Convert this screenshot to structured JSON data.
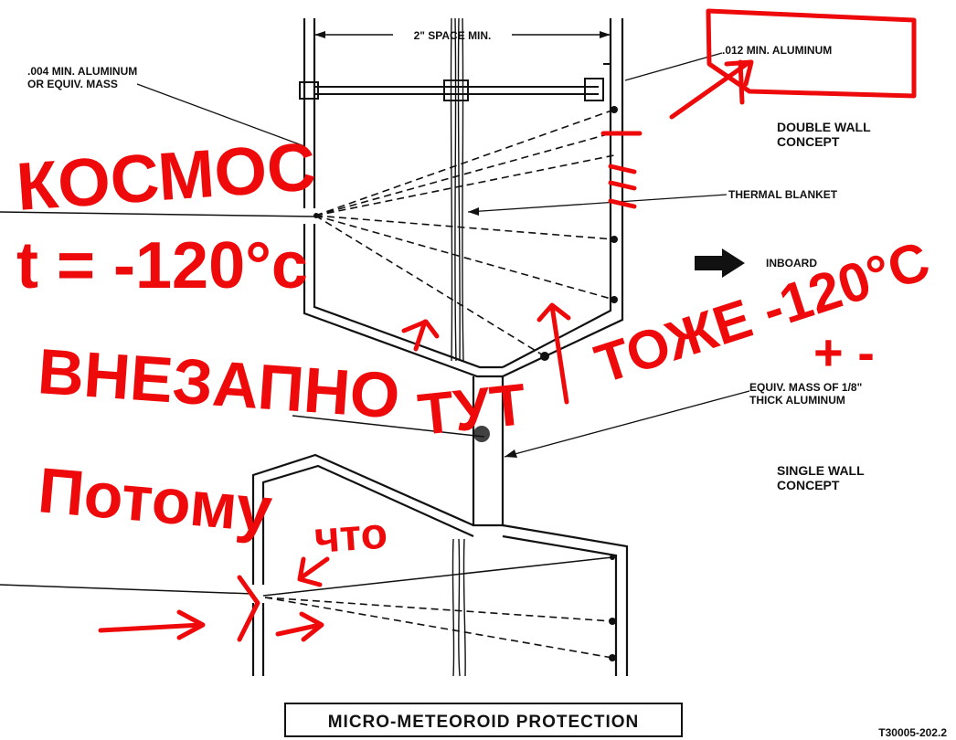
{
  "labels": {
    "space": "2\" SPACE MIN.",
    "outer_wall": ".004 MIN. ALUMINUM\nOR EQUIV. MASS",
    "inner_wall": ".012 MIN. ALUMINUM",
    "double_wall": "DOUBLE WALL\nCONCEPT",
    "thermal_blanket": "THERMAL BLANKET",
    "inboard": "INBOARD",
    "equiv_mass": "EQUIV. MASS OF 1/8\"\nTHICK ALUMINUM",
    "single_wall": "SINGLE WALL\nCONCEPT",
    "title": "MICRO-METEOROID PROTECTION",
    "figure_id": "T30005-202.2"
  },
  "annotations": {
    "kosmos": "КОСМОС",
    "temperature": "t = -120°c",
    "vnezapno": "ВНЕЗАПНО",
    "tut": "ТУТ",
    "tozhe": "ТОЖЕ -120°C",
    "plus_minus": "+ -",
    "potomu": "Потому",
    "chto": "что"
  },
  "colors": {
    "ink": "#111111",
    "annotation": "#ee0a0a"
  }
}
